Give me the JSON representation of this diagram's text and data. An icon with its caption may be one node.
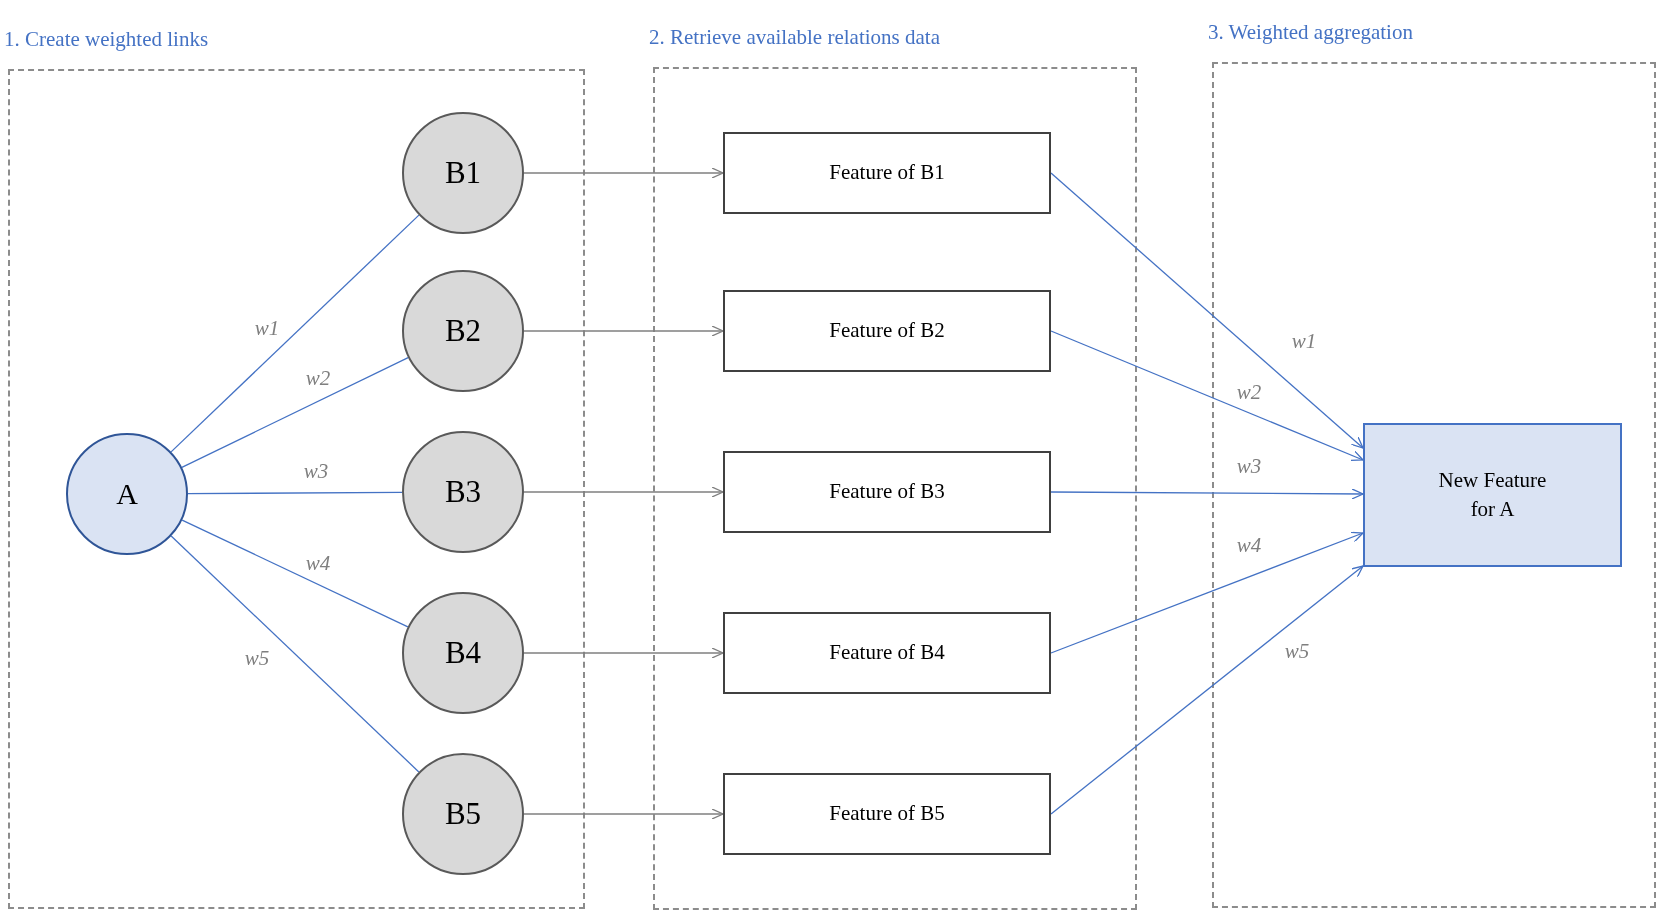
{
  "diagram": {
    "nodes": [
      {
        "text": [
          "1. Create weighted links"
        ]
      },
      {
        "text": [
          "2. Retrieve available relations data"
        ]
      },
      {
        "text": [
          "3. Weighted aggregation"
        ]
      },
      {
        "text": [
          "A"
        ],
        "in": 0
      },
      {
        "text": [
          "B1"
        ],
        "in": 0
      },
      {
        "text": [
          "B2"
        ],
        "in": 0
      },
      {
        "text": [
          "B3"
        ],
        "in": 0
      },
      {
        "text": [
          "B4"
        ],
        "in": 0
      },
      {
        "text": [
          "B5"
        ],
        "in": 0
      },
      {
        "text": [
          "Feature of B1"
        ],
        "in": 1
      },
      {
        "text": [
          "Feature of B2"
        ],
        "in": 1
      },
      {
        "text": [
          "Feature of B3"
        ],
        "in": 1
      },
      {
        "text": [
          "Feature of B4"
        ],
        "in": 1
      },
      {
        "text": [
          "Feature of B5"
        ],
        "in": 1
      },
      {
        "text": [
          "New Feature for A"
        ],
        "in": 2
      }
    ],
    "edges": [
      {
        "from": 3,
        "to": 4,
        "arrow": "none",
        "label": "w1"
      },
      {
        "from": 3,
        "to": 5,
        "arrow": "none",
        "label": "w2"
      },
      {
        "from": 3,
        "to": 6,
        "arrow": "none",
        "label": "w3"
      },
      {
        "from": 3,
        "to": 7,
        "arrow": "none",
        "label": "w4"
      },
      {
        "from": 3,
        "to": 8,
        "arrow": "none",
        "label": "w5"
      },
      {
        "from": 4,
        "to": 9,
        "arrow": "to",
        "color": "#7f7f7f"
      },
      {
        "from": 5,
        "to": 10,
        "arrow": "to",
        "color": "#7f7f7f"
      },
      {
        "from": 6,
        "to": 11,
        "arrow": "to",
        "color": "#7f7f7f"
      },
      {
        "from": 7,
        "to": 12,
        "arrow": "to",
        "color": "#7f7f7f"
      },
      {
        "from": 8,
        "to": 13,
        "arrow": "to",
        "color": "#7f7f7f"
      },
      {
        "from": 9,
        "to": 14,
        "arrow": "to",
        "label": "w1"
      },
      {
        "from": 10,
        "to": 14,
        "arrow": "to",
        "label": "w2"
      },
      {
        "from": 11,
        "to": 14,
        "arrow": "to",
        "label": "w3"
      },
      {
        "from": 12,
        "to": 14,
        "arrow": "to",
        "label": "w4"
      },
      {
        "from": 13,
        "to": 14,
        "arrow": "to",
        "label": "w5"
      }
    ]
  }
}
